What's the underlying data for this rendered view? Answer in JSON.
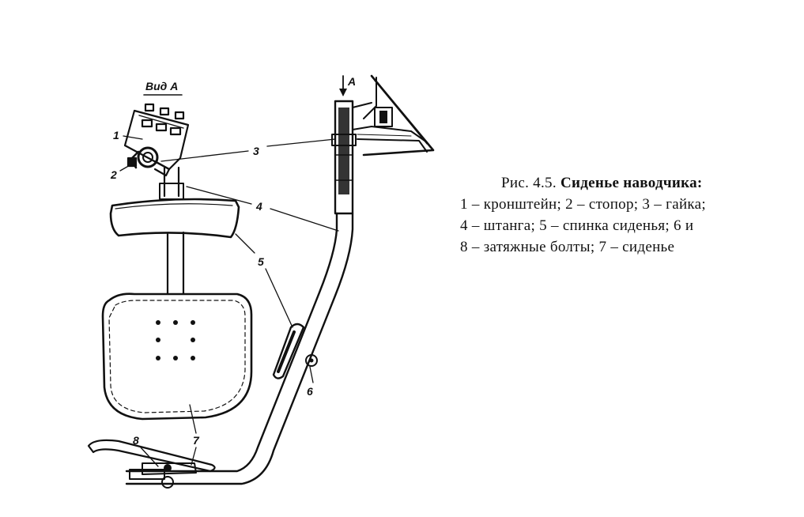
{
  "figure": {
    "view_label": "Вид А",
    "arrow_label": "A",
    "callouts": [
      "1",
      "2",
      "3",
      "4",
      "5",
      "6",
      "7",
      "8"
    ]
  },
  "caption": {
    "prefix": "Рис. 4.5.",
    "title": "Сиденье наводчика:",
    "lines": [
      "1 – кронштейн;  2 – стопор;  3 – гайка;",
      "4 – штанга;   5 – спинка сиденья;   6 и",
      "8 – затяжные болты; 7 – сиденье"
    ]
  }
}
